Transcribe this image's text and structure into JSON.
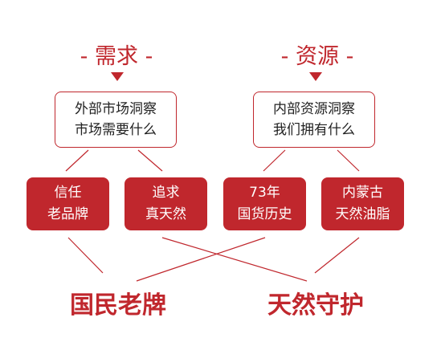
{
  "headers": {
    "left": "- 需求 -",
    "right": "- 资源 -"
  },
  "questions": {
    "left": {
      "line1": "外部市场洞察",
      "line2": "市场需要什么"
    },
    "right": {
      "line1": "内部资源洞察",
      "line2": "我们拥有什么"
    }
  },
  "factors": [
    {
      "line1": "信任",
      "line2": "老品牌"
    },
    {
      "line1": "追求",
      "line2": "真天然"
    },
    {
      "line1": "73年",
      "line2": "国货历史"
    },
    {
      "line1": "内蒙古",
      "line2": "天然油脂"
    }
  ],
  "results": {
    "left": "国民老牌",
    "right": "天然守护"
  },
  "colors": {
    "accent": "#c0272d",
    "text": "#222222",
    "background": "#ffffff"
  }
}
